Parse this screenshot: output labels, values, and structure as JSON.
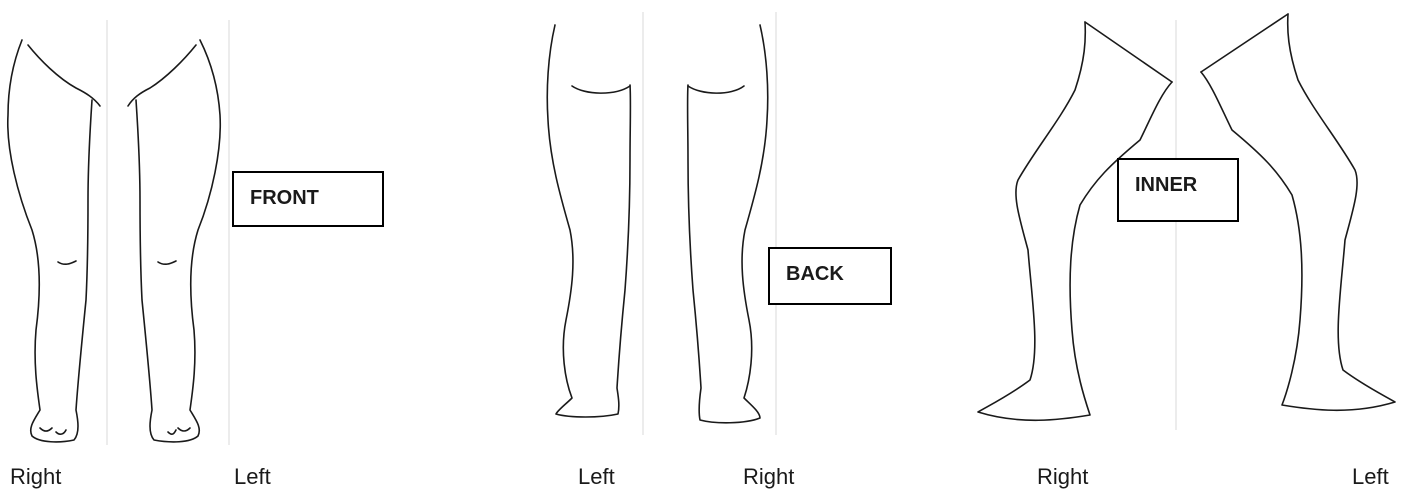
{
  "views": {
    "front": {
      "label": "FRONT",
      "left_side_label": "Right",
      "right_side_label": "Left"
    },
    "back": {
      "label": "BACK",
      "left_side_label": "Left",
      "right_side_label": "Right"
    },
    "inner": {
      "label": "INNER",
      "left_side_label": "Right",
      "right_side_label": "Left"
    }
  }
}
